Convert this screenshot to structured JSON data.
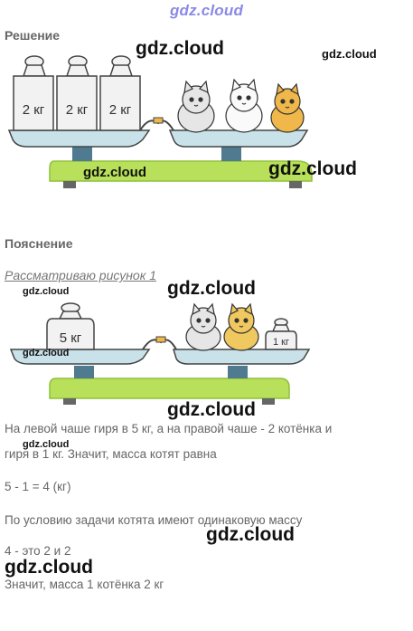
{
  "watermark": {
    "site": "gdz.cloud"
  },
  "solution": {
    "heading": "Решение",
    "weights": [
      "2 кг",
      "2 кг",
      "2 кг"
    ]
  },
  "explanation": {
    "heading": "Пояснение",
    "subheading": "Рассматриваю рисунок 1",
    "left_weight": "5 кг",
    "right_weight": "1 кг",
    "lines": [
      "На левой чаше гиря в 5 кг, а на правой чаше - 2 котёнка и",
      "гиря в 1 кг. Значит, масса котят равна",
      "5 - 1 = 4 (кг)",
      "По условию задачи котята имеют одинаковую массу",
      "4 - это 2 и 2",
      "Значит, масса 1 котёнка 2 кг"
    ]
  },
  "colors": {
    "scale_base": "#b8e05a",
    "scale_base_dark": "#8fbf3a",
    "pan": "#c9e2ea",
    "pan_edge": "#444444",
    "weight_fill": "#f2f2f2",
    "kitten_orange": "#f0b84a",
    "post": "#4f7a8f"
  }
}
